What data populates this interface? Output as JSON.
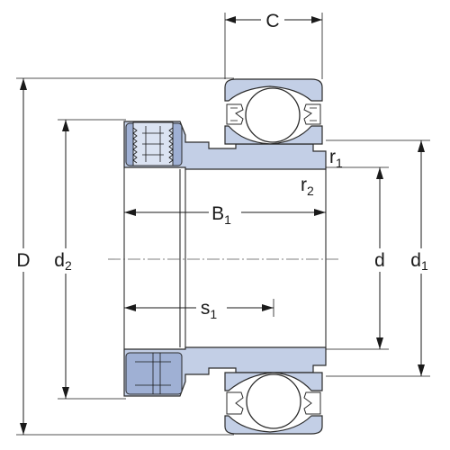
{
  "labels": {
    "C": "C",
    "D": "D",
    "d2_main": "d",
    "d2_sub": "2",
    "B1_main": "B",
    "B1_sub": "1",
    "r1_main": "r",
    "r1_sub": "1",
    "r2_main": "r",
    "r2_sub": "2",
    "d": "d",
    "d1_main": "d",
    "d1_sub": "1",
    "s1_main": "s",
    "s1_sub": "1"
  },
  "colors": {
    "part_fill": "#c3cfe6",
    "part_dark": "#9fb0d4",
    "line": "#1a1a1a"
  }
}
